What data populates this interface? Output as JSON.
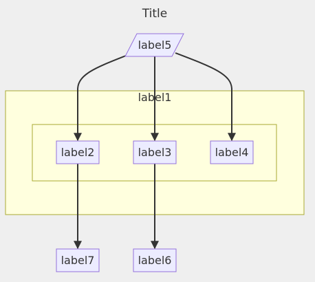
{
  "diagram": {
    "title": "Title",
    "clusters": {
      "outer": {
        "label": "label1"
      },
      "inner": {
        "label": ""
      }
    },
    "nodes": {
      "label5": {
        "label": "label5",
        "shape": "parallelogram"
      },
      "label2": {
        "label": "label2"
      },
      "label3": {
        "label": "label3"
      },
      "label4": {
        "label": "label4"
      },
      "label7": {
        "label": "label7"
      },
      "label6": {
        "label": "label6"
      }
    },
    "edges": [
      {
        "from": "label5",
        "to": "label2"
      },
      {
        "from": "label5",
        "to": "label3"
      },
      {
        "from": "label5",
        "to": "label4"
      },
      {
        "from": "label2",
        "to": "label7"
      },
      {
        "from": "label3",
        "to": "label6"
      }
    ],
    "colors": {
      "background": "#efefef",
      "cluster_fill": "#ffffde",
      "cluster_stroke": "#aaaa33",
      "node_fill": "#ececff",
      "node_stroke": "#9370db",
      "edge": "#333333",
      "text": "#333333"
    }
  }
}
